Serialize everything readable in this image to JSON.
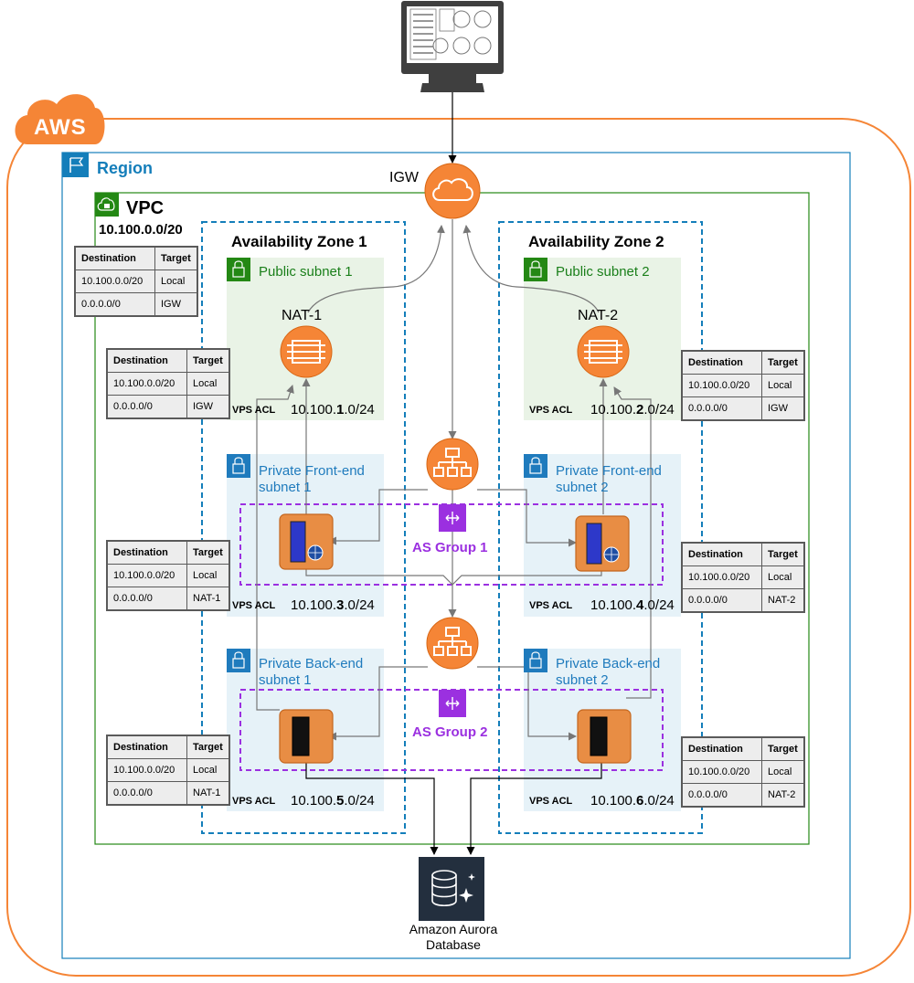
{
  "aws": {
    "label": "AWS"
  },
  "region": {
    "label": "Region"
  },
  "vpc": {
    "label": "VPC",
    "cidr": "10.100.0.0/20"
  },
  "igw": {
    "label": "IGW"
  },
  "zones": [
    {
      "title": "Availability Zone 1"
    },
    {
      "title": "Availability Zone 2"
    }
  ],
  "subnets": {
    "public1": {
      "title": "Public subnet 1",
      "nat": "NAT-1",
      "acl": "VPS ACL",
      "cidr_prefix": "10.100.",
      "cidr_bold": "1",
      "cidr_suffix": ".0/24"
    },
    "public2": {
      "title": "Public subnet 2",
      "nat": "NAT-2",
      "acl": "VPS ACL",
      "cidr_prefix": "10.100.",
      "cidr_bold": "2",
      "cidr_suffix": ".0/24"
    },
    "front1": {
      "title_line1": "Private Front-end",
      "title_line2": "subnet 1",
      "acl": "VPS ACL",
      "cidr_prefix": "10.100.",
      "cidr_bold": "3",
      "cidr_suffix": ".0/24"
    },
    "front2": {
      "title_line1": "Private Front-end",
      "title_line2": "subnet 2",
      "acl": "VPS ACL",
      "cidr_prefix": "10.100.",
      "cidr_bold": "4",
      "cidr_suffix": ".0/24"
    },
    "back1": {
      "title_line1": "Private Back-end",
      "title_line2": "subnet 1",
      "acl": "VPS ACL",
      "cidr_prefix": "10.100.",
      "cidr_bold": "5",
      "cidr_suffix": ".0/24"
    },
    "back2": {
      "title_line1": "Private Back-end",
      "title_line2": "subnet 2",
      "acl": "VPS ACL",
      "cidr_prefix": "10.100.",
      "cidr_bold": "6",
      "cidr_suffix": ".0/24"
    }
  },
  "as_groups": [
    {
      "label": "AS Group 1"
    },
    {
      "label": "AS Group 2"
    }
  ],
  "database": {
    "line1": "Amazon Aurora",
    "line2": "Database"
  },
  "route_tables": {
    "headers": {
      "destination": "Destination",
      "target": "Target"
    },
    "vpc": {
      "rows": [
        {
          "dest": "10.100.0.0/20",
          "target": "Local"
        },
        {
          "dest": "0.0.0.0/0",
          "target": "IGW"
        }
      ]
    },
    "public1": {
      "rows": [
        {
          "dest": "10.100.0.0/20",
          "target": "Local"
        },
        {
          "dest": "0.0.0.0/0",
          "target": "IGW"
        }
      ]
    },
    "public2": {
      "rows": [
        {
          "dest": "10.100.0.0/20",
          "target": "Local"
        },
        {
          "dest": "0.0.0.0/0",
          "target": "IGW"
        }
      ]
    },
    "front1": {
      "rows": [
        {
          "dest": "10.100.0.0/20",
          "target": "Local"
        },
        {
          "dest": "0.0.0.0/0",
          "target": "NAT-1"
        }
      ]
    },
    "front2": {
      "rows": [
        {
          "dest": "10.100.0.0/20",
          "target": "Local"
        },
        {
          "dest": "0.0.0.0/0",
          "target": "NAT-2"
        }
      ]
    },
    "back1": {
      "rows": [
        {
          "dest": "10.100.0.0/20",
          "target": "Local"
        },
        {
          "dest": "0.0.0.0/0",
          "target": "NAT-1"
        }
      ]
    },
    "back2": {
      "rows": [
        {
          "dest": "10.100.0.0/20",
          "target": "Local"
        },
        {
          "dest": "0.0.0.0/0",
          "target": "NAT-2"
        }
      ]
    }
  },
  "colors": {
    "aws_orange": "#f58536",
    "region_blue": "#147eba",
    "vpc_green": "#248814",
    "az_dash": "#147eba",
    "public_fill": "#e9f3e6",
    "private_fill": "#e6f2f8",
    "asg_purple": "#9b30e0",
    "db_dark": "#232f3e"
  },
  "icons": {
    "monitor": "dashboard-monitor-icon",
    "igw": "internet-gateway-cloud-icon",
    "nat": "nat-gateway-icon",
    "elb": "load-balancer-icon",
    "server": "ec2-instance-icon",
    "asg": "auto-scaling-icon",
    "db": "aurora-database-icon",
    "lock": "lock-icon",
    "flag": "region-flag-icon"
  }
}
